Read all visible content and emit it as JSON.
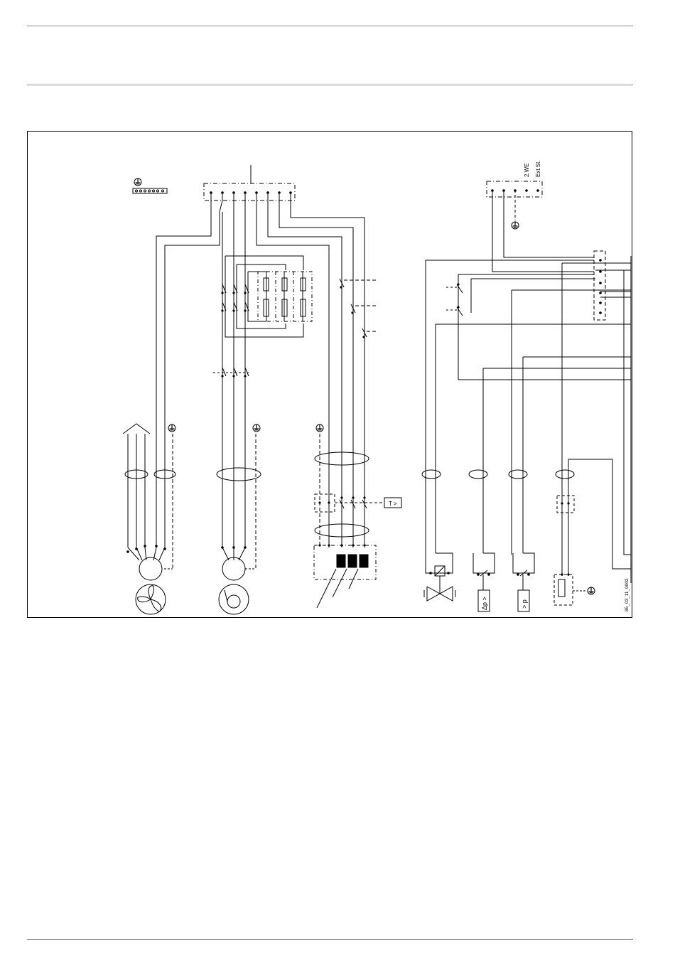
{
  "diagram": {
    "terminal_labels": {
      "second_heat_generator": "2.WE",
      "external_control": "Ext.St."
    },
    "sensor_labels": {
      "temperature_limiter": "T >",
      "differential_pressure_switch": "Δp >",
      "pressure_switch": "> p"
    },
    "drawing_id": "85_03_11_0002"
  }
}
